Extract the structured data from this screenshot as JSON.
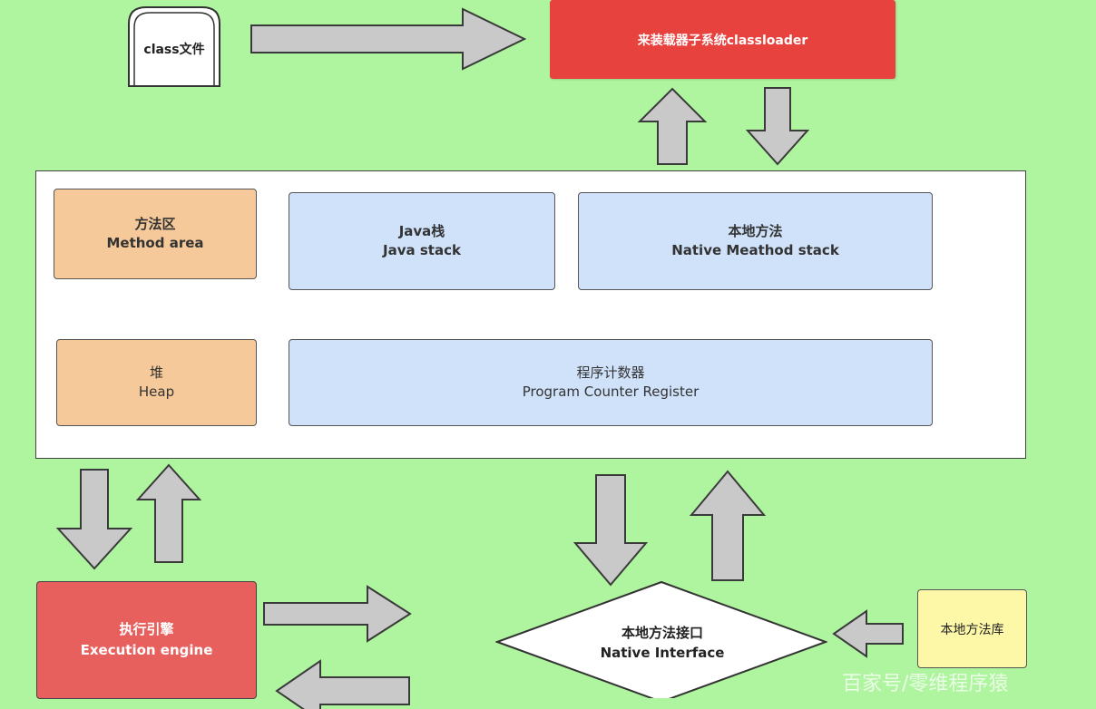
{
  "class_file": {
    "label": "class文件"
  },
  "classloader": {
    "label": "来装载器子系统classloader"
  },
  "runtime_area": {
    "method_area": {
      "line1": "方法区",
      "line2": "Method area"
    },
    "java_stack": {
      "line1": "Java栈",
      "line2": "Java stack"
    },
    "native_stack": {
      "line1": "本地方法",
      "line2": "Native Meathod stack"
    },
    "heap": {
      "line1": "堆",
      "line2": "Heap"
    },
    "pc_register": {
      "line1": "程序计数器",
      "line2": "Program Counter Register"
    }
  },
  "execution_engine": {
    "line1": "执行引擎",
    "line2": "Execution engine"
  },
  "native_interface": {
    "line1": "本地方法接口",
    "line2": "Native Interface"
  },
  "native_library": {
    "label": "本地方法库"
  },
  "watermark": {
    "text": "百家号/零维程序猿"
  },
  "colors": {
    "background": "#aff59f",
    "classloader": "#e8423f",
    "execution_engine": "#e8605d",
    "memory_orange": "#f5c99a",
    "memory_blue": "#cfe2fa",
    "native_library": "#fdf8a8",
    "arrow_fill": "#c9c9c9"
  }
}
